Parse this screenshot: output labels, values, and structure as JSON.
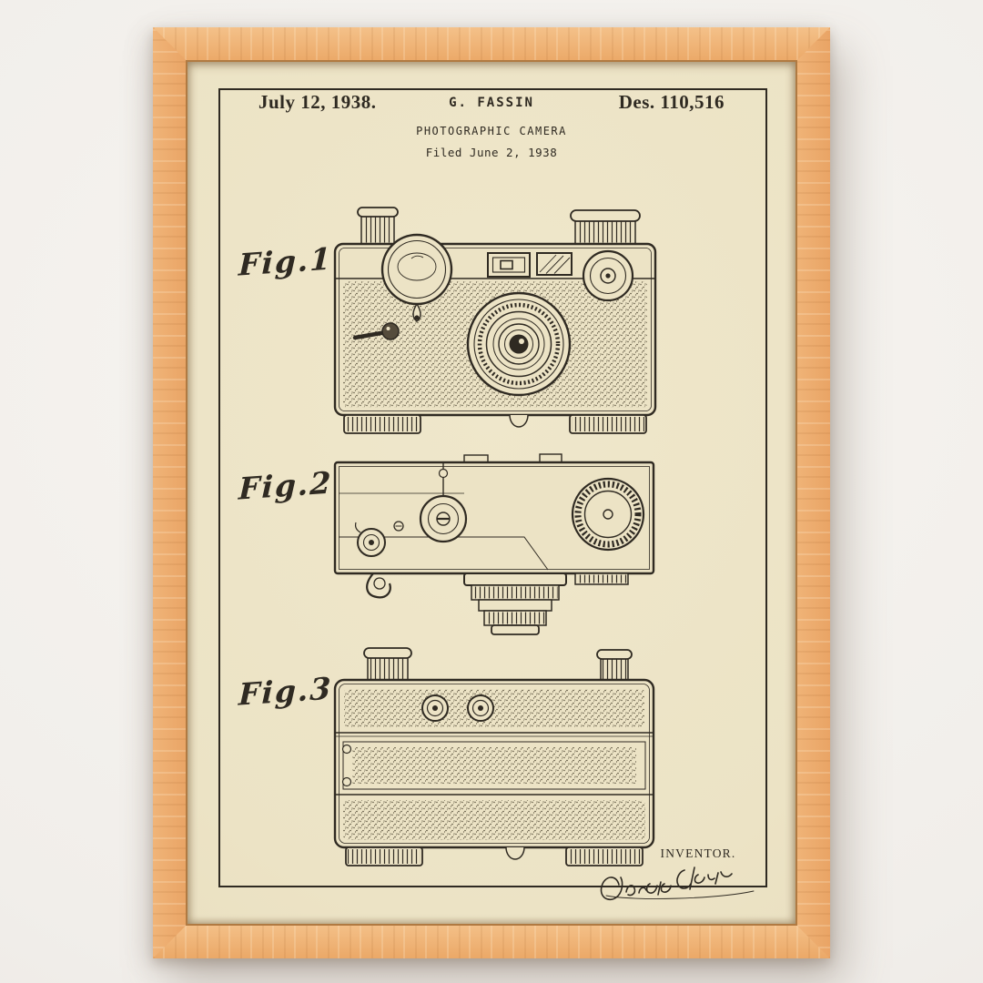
{
  "poster": {
    "header": {
      "date": "July 12, 1938.",
      "inventor": "G. FASSIN",
      "patent_number": "Des. 110,516",
      "title": "PHOTOGRAPHIC CAMERA",
      "filed": "Filed June 2, 1938"
    },
    "figures": [
      {
        "label": "Fig.1"
      },
      {
        "label": "Fig.2"
      },
      {
        "label": "Fig.3"
      }
    ],
    "inventor_caption": "INVENTOR.",
    "colors": {
      "wall": "#f1eeea",
      "frame_wood": "#eca768",
      "paper": "#ece3c5",
      "ink": "#2f2a22"
    }
  }
}
